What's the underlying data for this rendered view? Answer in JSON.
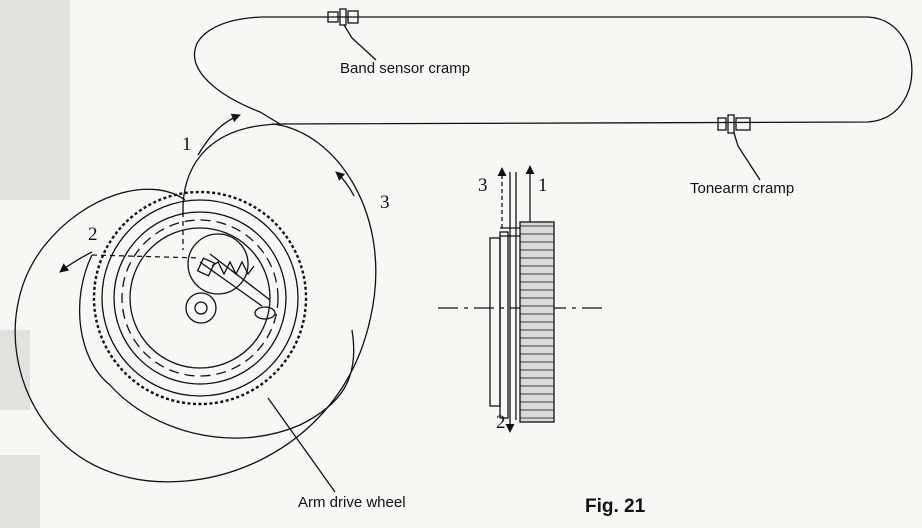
{
  "labels": {
    "band_sensor_cramp": "Band sensor cramp",
    "tonearm_cramp": "Tonearm cramp",
    "arm_drive_wheel": "Arm drive wheel",
    "figure": "Fig. 21"
  },
  "arrows": {
    "one": "1",
    "two": "2",
    "three": "3"
  },
  "side_view_marks": {
    "three": "3",
    "one": "1",
    "two": "2"
  }
}
